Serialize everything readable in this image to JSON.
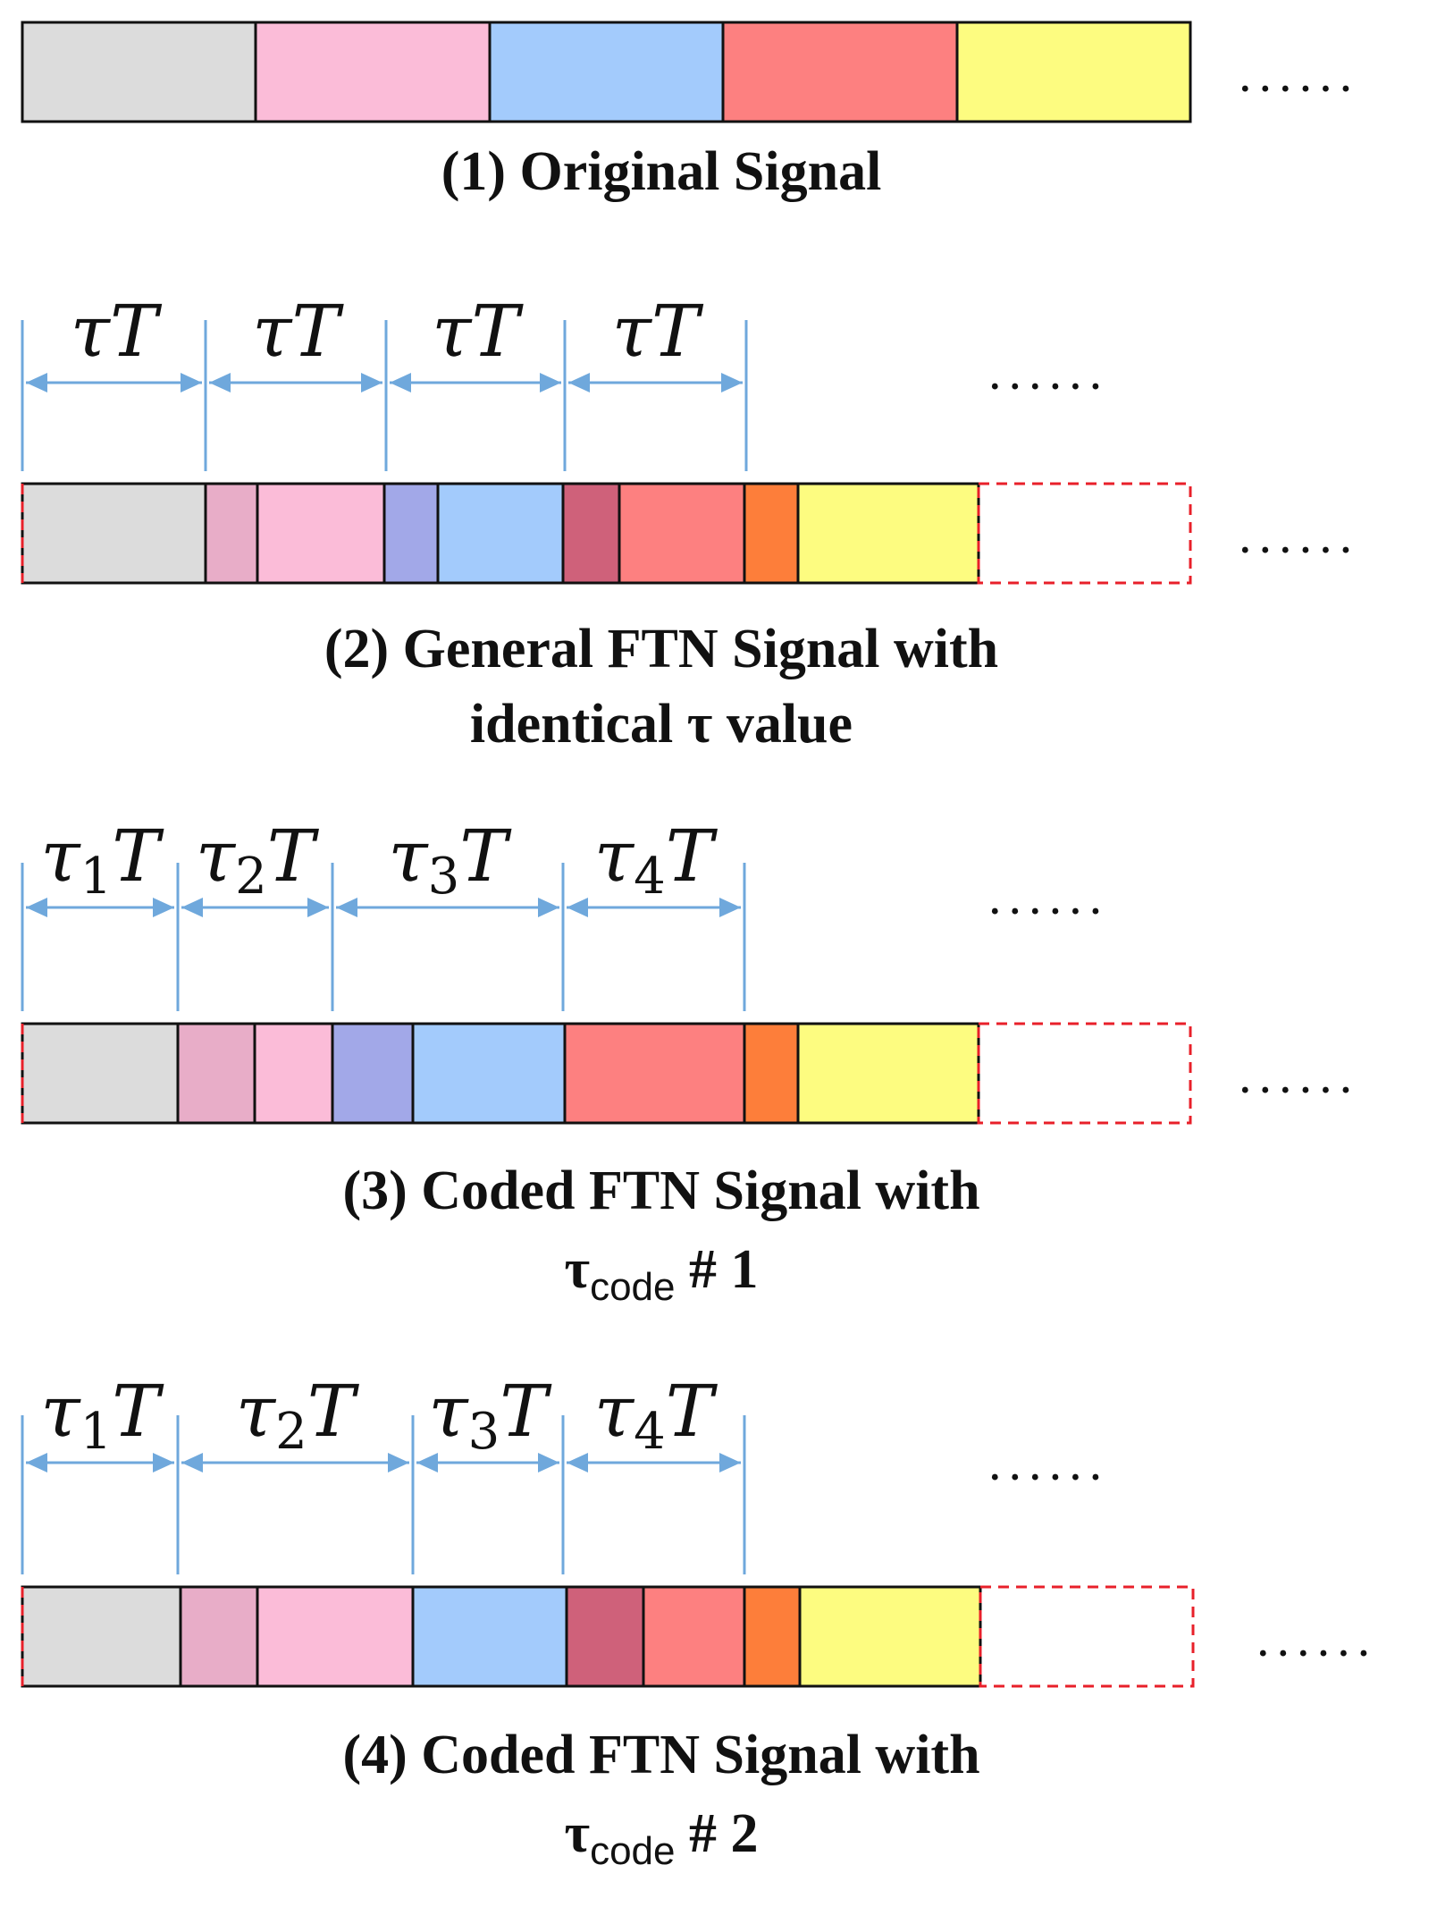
{
  "colors": {
    "gray": "#dcdcdc",
    "pink": "#fbbcd8",
    "pink_overlap": "#e8adc8",
    "blue": "#a3cbfc",
    "blue_overlap": "#a2a8e8",
    "red": "#fd8080",
    "red_overlap": "#cf617a",
    "orange_overlap": "#fd7e3a",
    "yellow": "#fdfc80",
    "dimension_line": "#6fa8dc",
    "dashed_box": "#e8202a"
  },
  "ellipsis": "......",
  "rows": [
    {
      "id": "row-1",
      "caption_lines": [
        "(1) Original Signal"
      ],
      "segments": [
        {
          "color": "gray"
        },
        {
          "color": "pink"
        },
        {
          "color": "blue"
        },
        {
          "color": "red"
        },
        {
          "color": "yellow"
        }
      ],
      "intervals": []
    },
    {
      "id": "row-2",
      "caption_lines": [
        "(2) General FTN Signal with",
        "identical τ value"
      ],
      "segments": [
        {
          "color": "gray"
        },
        {
          "color": "pink_overlap"
        },
        {
          "color": "pink"
        },
        {
          "color": "blue_overlap"
        },
        {
          "color": "blue"
        },
        {
          "color": "red_overlap"
        },
        {
          "color": "red"
        },
        {
          "color": "orange_overlap"
        },
        {
          "color": "yellow"
        }
      ],
      "intervals": [
        {
          "base": "τ",
          "sub": "",
          "suffix": "T"
        },
        {
          "base": "τ",
          "sub": "",
          "suffix": "T"
        },
        {
          "base": "τ",
          "sub": "",
          "suffix": "T"
        },
        {
          "base": "τ",
          "sub": "",
          "suffix": "T"
        }
      ]
    },
    {
      "id": "row-3",
      "caption_lines": [
        "(3) Coded FTN Signal with"
      ],
      "caption_code": {
        "base": "τ",
        "sub": "code",
        "rest": " # 1"
      },
      "segments": [
        {
          "color": "gray"
        },
        {
          "color": "pink_overlap"
        },
        {
          "color": "pink"
        },
        {
          "color": "blue_overlap"
        },
        {
          "color": "blue"
        },
        {
          "color": "red"
        },
        {
          "color": "orange_overlap"
        },
        {
          "color": "yellow"
        }
      ],
      "intervals": [
        {
          "base": "τ",
          "sub": "1",
          "suffix": "T"
        },
        {
          "base": "τ",
          "sub": "2",
          "suffix": "T"
        },
        {
          "base": "τ",
          "sub": "3",
          "suffix": "T"
        },
        {
          "base": "τ",
          "sub": "4",
          "suffix": "T"
        }
      ]
    },
    {
      "id": "row-4",
      "caption_lines": [
        "(4) Coded FTN Signal with"
      ],
      "caption_code": {
        "base": "τ",
        "sub": "code",
        "rest": " # 2"
      },
      "segments": [
        {
          "color": "gray"
        },
        {
          "color": "pink_overlap"
        },
        {
          "color": "pink"
        },
        {
          "color": "blue"
        },
        {
          "color": "red_overlap"
        },
        {
          "color": "red"
        },
        {
          "color": "orange_overlap"
        },
        {
          "color": "yellow"
        }
      ],
      "intervals": [
        {
          "base": "τ",
          "sub": "1",
          "suffix": "T"
        },
        {
          "base": "τ",
          "sub": "2",
          "suffix": "T"
        },
        {
          "base": "τ",
          "sub": "3",
          "suffix": "T"
        },
        {
          "base": "τ",
          "sub": "4",
          "suffix": "T"
        }
      ]
    }
  ]
}
